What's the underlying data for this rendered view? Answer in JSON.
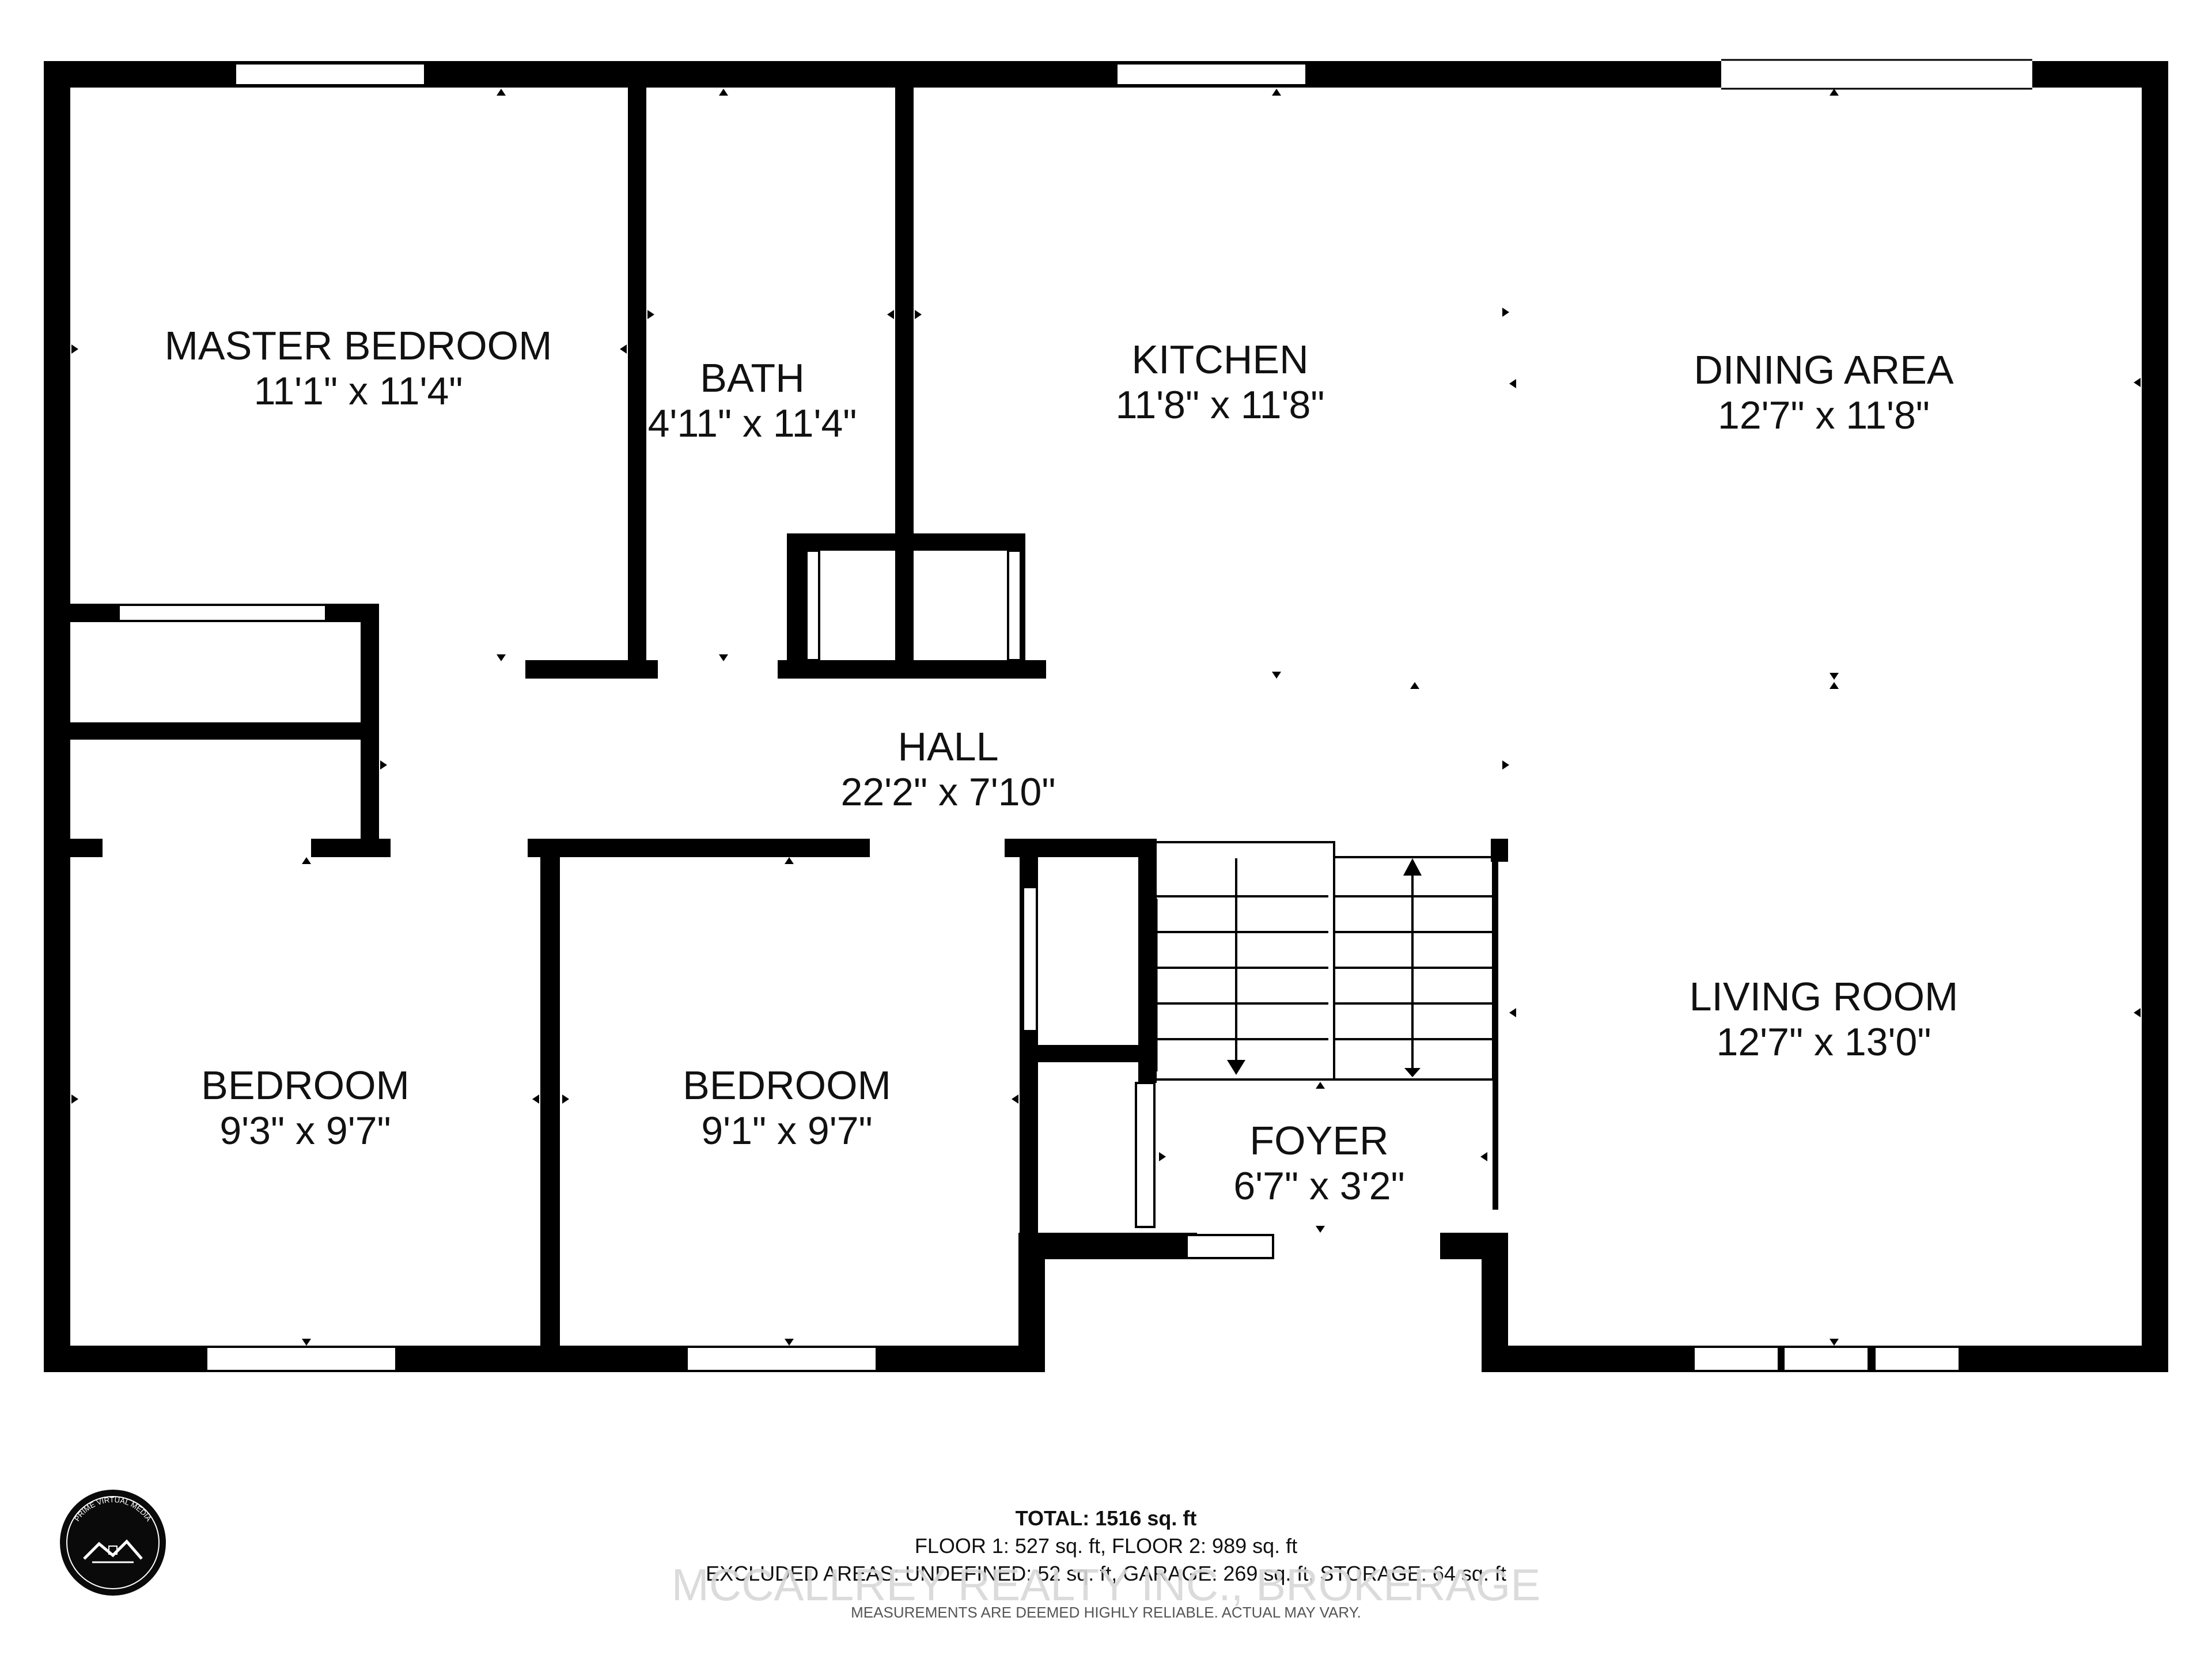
{
  "rooms": {
    "master_bedroom": {
      "name": "MASTER BEDROOM",
      "dims": "11'1\" x 11'4\""
    },
    "bath": {
      "name": "BATH",
      "dims": "4'11\" x 11'4\""
    },
    "kitchen": {
      "name": "KITCHEN",
      "dims": "11'8\" x 11'8\""
    },
    "dining_area": {
      "name": "DINING AREA",
      "dims": "12'7\" x 11'8\""
    },
    "hall": {
      "name": "HALL",
      "dims": "22'2\" x 7'10\""
    },
    "bedroom_left": {
      "name": "BEDROOM",
      "dims": "9'3\" x 9'7\""
    },
    "bedroom_middle": {
      "name": "BEDROOM",
      "dims": "9'1\" x 9'7\""
    },
    "foyer": {
      "name": "FOYER",
      "dims": "6'7\" x 3'2\""
    },
    "living_room": {
      "name": "LIVING ROOM",
      "dims": "12'7\" x 13'0\""
    }
  },
  "footer": {
    "total": "TOTAL: 1516 sq. ft",
    "floors": "FLOOR 1: 527 sq. ft, FLOOR 2: 989 sq. ft",
    "excluded": "EXCLUDED AREAS: UNDEFINED: 52 sq. ft, GARAGE: 269 sq. ft, STORAGE: 64 sq. ft",
    "disclaimer": "MEASUREMENTS ARE DEEMED HIGHLY RELIABLE. ACTUAL MAY VARY."
  },
  "watermark": "MCCALLREY REALTY INC., BROKERAGE",
  "logo": {
    "text": "PRIME VIRTUAL MEDIA",
    "icon": "house-roof-icon"
  },
  "colors": {
    "wall": "#000000",
    "background": "#ffffff",
    "text": "#111111"
  }
}
